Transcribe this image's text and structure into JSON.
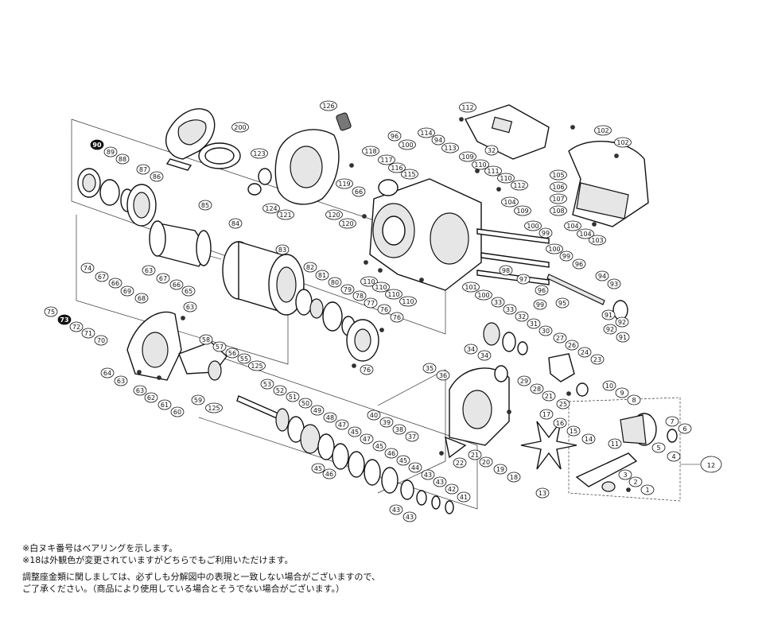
{
  "callouts": [
    {
      "label": "126"
    },
    {
      "label": "200"
    },
    {
      "label": "112"
    },
    {
      "label": "102"
    },
    {
      "label": "102"
    },
    {
      "label": "90",
      "bearing": true
    },
    {
      "label": "89"
    },
    {
      "label": "88"
    },
    {
      "label": "87"
    },
    {
      "label": "86"
    },
    {
      "label": "123"
    },
    {
      "label": "124"
    },
    {
      "label": "121"
    },
    {
      "label": "96"
    },
    {
      "label": "100"
    },
    {
      "label": "114"
    },
    {
      "label": "94"
    },
    {
      "label": "113"
    },
    {
      "label": "32"
    },
    {
      "label": "118"
    },
    {
      "label": "117"
    },
    {
      "label": "116"
    },
    {
      "label": "115"
    },
    {
      "label": "109"
    },
    {
      "label": "110"
    },
    {
      "label": "111"
    },
    {
      "label": "110"
    },
    {
      "label": "105"
    },
    {
      "label": "106"
    },
    {
      "label": "107"
    },
    {
      "label": "108"
    },
    {
      "label": "112"
    },
    {
      "label": "104"
    },
    {
      "label": "109"
    },
    {
      "label": "119"
    },
    {
      "label": "66"
    },
    {
      "label": "120"
    },
    {
      "label": "120"
    },
    {
      "label": "104"
    },
    {
      "label": "104"
    },
    {
      "label": "103"
    },
    {
      "label": "85"
    },
    {
      "label": "84"
    },
    {
      "label": "100"
    },
    {
      "label": "99"
    },
    {
      "label": "100"
    },
    {
      "label": "99"
    },
    {
      "label": "96"
    },
    {
      "label": "74"
    },
    {
      "label": "67"
    },
    {
      "label": "66"
    },
    {
      "label": "69"
    },
    {
      "label": "68"
    },
    {
      "label": "63"
    },
    {
      "label": "67"
    },
    {
      "label": "66"
    },
    {
      "label": "65"
    },
    {
      "label": "63"
    },
    {
      "label": "83"
    },
    {
      "label": "82"
    },
    {
      "label": "81"
    },
    {
      "label": "80"
    },
    {
      "label": "79"
    },
    {
      "label": "78"
    },
    {
      "label": "77"
    },
    {
      "label": "76"
    },
    {
      "label": "76"
    },
    {
      "label": "110"
    },
    {
      "label": "110"
    },
    {
      "label": "110"
    },
    {
      "label": "110"
    },
    {
      "label": "101"
    },
    {
      "label": "100"
    },
    {
      "label": "98"
    },
    {
      "label": "97"
    },
    {
      "label": "96"
    },
    {
      "label": "99"
    },
    {
      "label": "95"
    },
    {
      "label": "94"
    },
    {
      "label": "93"
    },
    {
      "label": "91"
    },
    {
      "label": "92"
    },
    {
      "label": "92"
    },
    {
      "label": "91"
    },
    {
      "label": "75"
    },
    {
      "label": "73",
      "bearing": true
    },
    {
      "label": "72"
    },
    {
      "label": "71"
    },
    {
      "label": "70"
    },
    {
      "label": "58"
    },
    {
      "label": "57"
    },
    {
      "label": "56"
    },
    {
      "label": "55"
    },
    {
      "label": "125"
    },
    {
      "label": "76"
    },
    {
      "label": "33"
    },
    {
      "label": "33"
    },
    {
      "label": "32"
    },
    {
      "label": "31"
    },
    {
      "label": "30"
    },
    {
      "label": "27"
    },
    {
      "label": "26"
    },
    {
      "label": "24"
    },
    {
      "label": "23"
    },
    {
      "label": "34"
    },
    {
      "label": "34"
    },
    {
      "label": "35"
    },
    {
      "label": "36"
    },
    {
      "label": "64"
    },
    {
      "label": "63"
    },
    {
      "label": "63"
    },
    {
      "label": "62"
    },
    {
      "label": "61"
    },
    {
      "label": "60"
    },
    {
      "label": "59"
    },
    {
      "label": "125"
    },
    {
      "label": "53"
    },
    {
      "label": "52"
    },
    {
      "label": "51"
    },
    {
      "label": "50"
    },
    {
      "label": "49"
    },
    {
      "label": "48"
    },
    {
      "label": "47"
    },
    {
      "label": "45"
    },
    {
      "label": "47"
    },
    {
      "label": "45"
    },
    {
      "label": "46"
    },
    {
      "label": "45"
    },
    {
      "label": "44"
    },
    {
      "label": "43"
    },
    {
      "label": "43"
    },
    {
      "label": "42"
    },
    {
      "label": "41"
    },
    {
      "label": "43"
    },
    {
      "label": "43"
    },
    {
      "label": "45"
    },
    {
      "label": "46"
    },
    {
      "label": "40"
    },
    {
      "label": "39"
    },
    {
      "label": "38"
    },
    {
      "label": "37"
    },
    {
      "label": "29"
    },
    {
      "label": "28"
    },
    {
      "label": "21"
    },
    {
      "label": "25"
    },
    {
      "label": "22"
    },
    {
      "label": "21"
    },
    {
      "label": "20"
    },
    {
      "label": "19"
    },
    {
      "label": "18"
    },
    {
      "label": "17"
    },
    {
      "label": "16"
    },
    {
      "label": "15"
    },
    {
      "label": "14"
    },
    {
      "label": "13"
    },
    {
      "label": "10"
    },
    {
      "label": "9"
    },
    {
      "label": "8"
    },
    {
      "label": "7"
    },
    {
      "label": "6"
    },
    {
      "label": "5"
    },
    {
      "label": "4"
    },
    {
      "label": "11"
    },
    {
      "label": "3"
    },
    {
      "label": "2"
    },
    {
      "label": "1"
    },
    {
      "label": "12"
    }
  ],
  "notes": [
    "※白ヌキ番号はベアリングを示します。",
    "※18は外観色が変更されていますがどちらでもご利用いただけます。",
    "調整座金類に関しましては、必ずしも分解図中の表現と一致しない場合がございますので、",
    "ご了承ください。（商品により使用している場合とそうでない場合がございます。）"
  ]
}
